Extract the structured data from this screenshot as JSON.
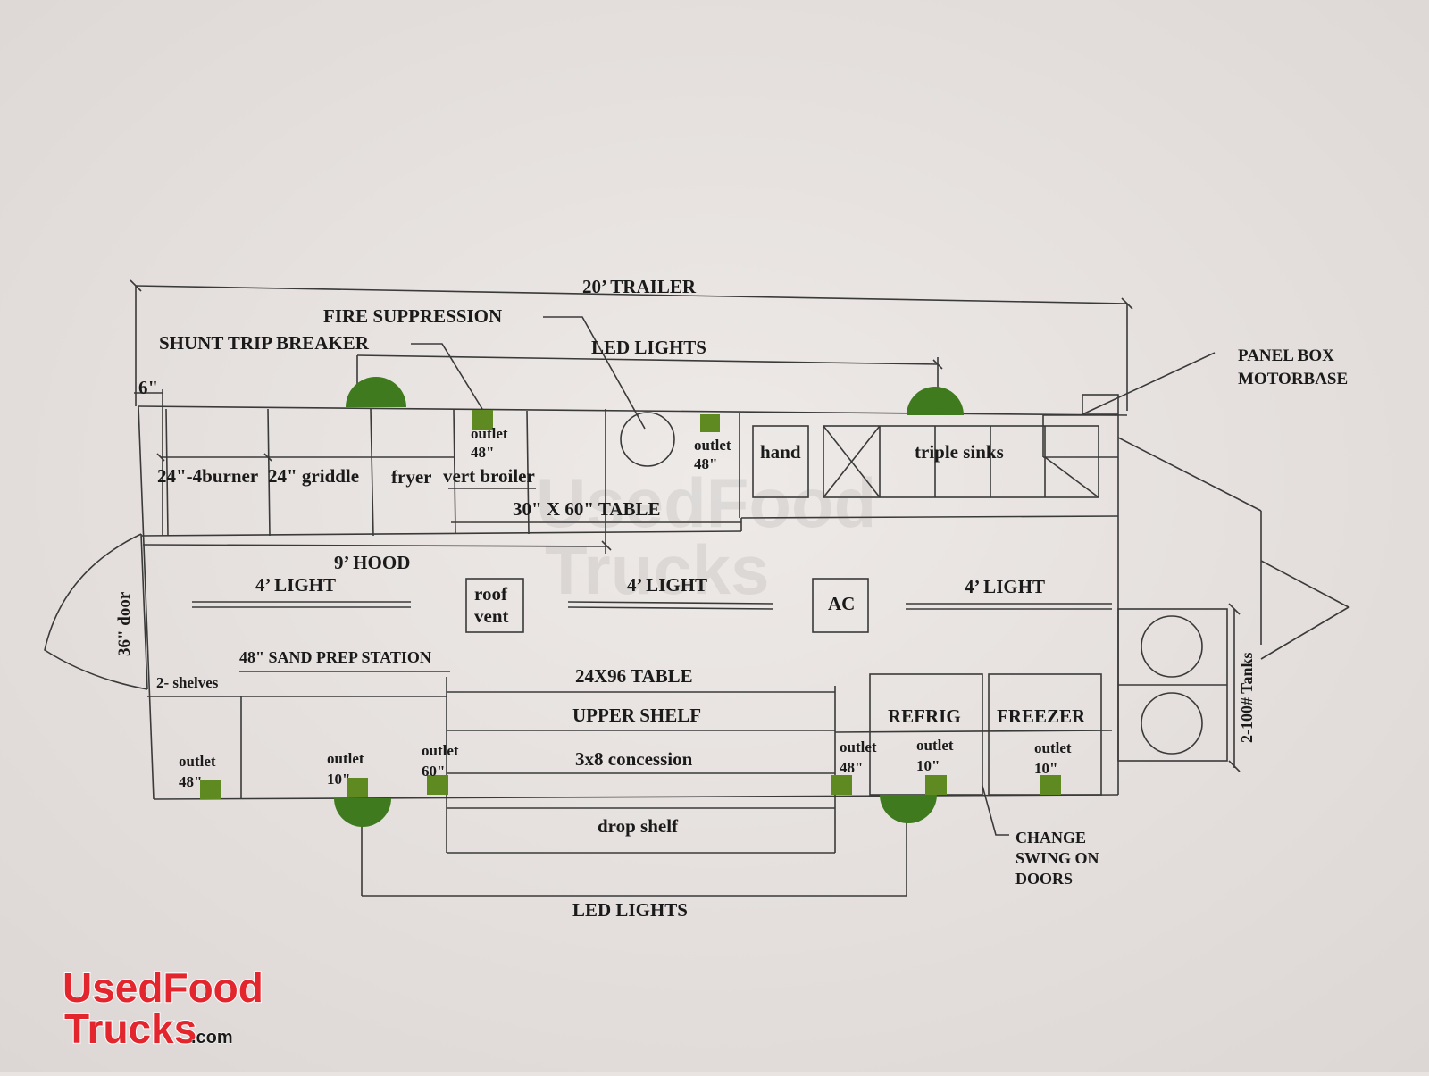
{
  "dimensions": {
    "overall": "20’ TRAILER",
    "front_offset": "6\"",
    "hood": "9’ HOOD",
    "door": "36\" door",
    "tanks": "2-100# Tanks"
  },
  "callouts": {
    "fire_suppression": "FIRE SUPPRESSION",
    "shunt_trip": "SHUNT TRIP BREAKER",
    "led_lights_top": "LED LIGHTS",
    "led_lights_bottom": "LED LIGHTS",
    "panel_box_1": "PANEL BOX",
    "panel_box_2": "MOTORBASE",
    "change_swing_1": "CHANGE",
    "change_swing_2": "SWING ON",
    "change_swing_3": "DOORS"
  },
  "equipment": {
    "burner": "24\"-4burner",
    "griddle": "24\" griddle",
    "fryer": "fryer",
    "broiler": "vert broiler",
    "table_30x60": "30\" X 60\" TABLE",
    "hand": "hand",
    "triple_sinks": "triple sinks",
    "light_1": "4’ LIGHT",
    "light_2": "4’ LIGHT",
    "light_3": "4’ LIGHT",
    "roof_vent_1": "roof",
    "roof_vent_2": "vent",
    "ac": "AC",
    "shelves": "2- shelves",
    "sand_prep": "48\" SAND PREP STATION",
    "table_24x96": "24X96 TABLE",
    "upper_shelf": "UPPER SHELF",
    "concession": "3x8 concession",
    "drop_shelf": "drop shelf",
    "refrig": "REFRIG",
    "freezer": "FREEZER"
  },
  "outlets": {
    "word": "outlet",
    "top_1": "48\"",
    "top_2": "48\"",
    "bot_1": "48\"",
    "bot_2": "10\"",
    "bot_3": "60\"",
    "bot_4": "48\"",
    "bot_5": "10\"",
    "bot_6": "10\""
  },
  "logo": {
    "line1": "UsedFood",
    "line2": "Trucks",
    "suffix": ".com"
  },
  "colors": {
    "outlet_green": "#5f8a22",
    "light_green": "#3f7a1e",
    "line": "#3a3a3a",
    "paper": "#e9e4e2",
    "logo_red": "#e3262d"
  }
}
